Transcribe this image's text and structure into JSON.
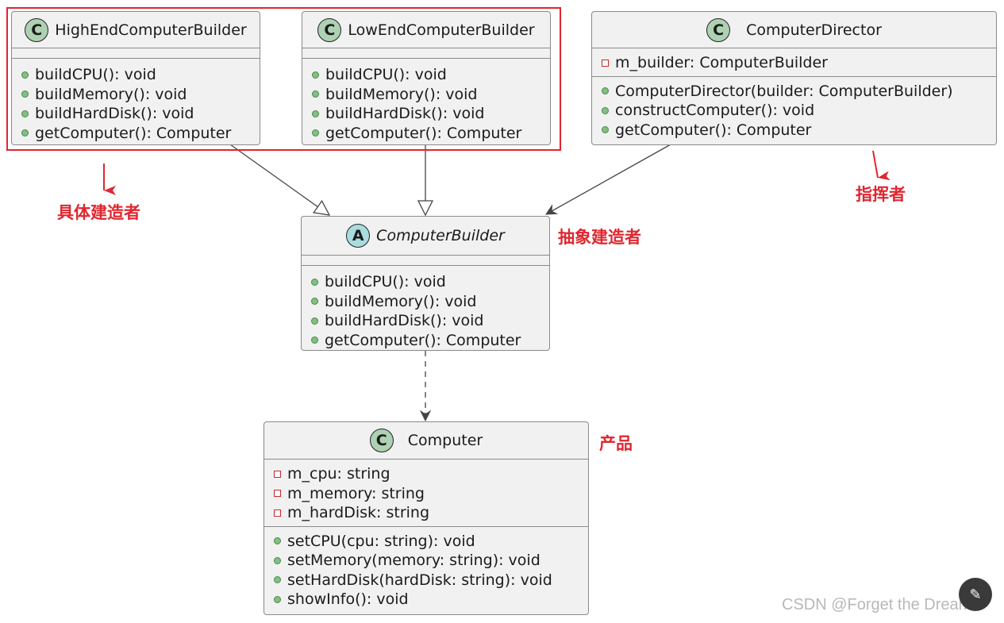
{
  "classes": {
    "high_end": {
      "stereotype": "C",
      "name": "HighEndComputerBuilder",
      "attributes": [],
      "methods": [
        "buildCPU(): void",
        "buildMemory(): void",
        "buildHardDisk(): void",
        "getComputer(): Computer"
      ]
    },
    "low_end": {
      "stereotype": "C",
      "name": "LowEndComputerBuilder",
      "attributes": [],
      "methods": [
        "buildCPU(): void",
        "buildMemory(): void",
        "buildHardDisk(): void",
        "getComputer(): Computer"
      ]
    },
    "director": {
      "stereotype": "C",
      "name": "ComputerDirector",
      "attributes": [
        "m_builder: ComputerBuilder"
      ],
      "methods": [
        "ComputerDirector(builder: ComputerBuilder)",
        "constructComputer(): void",
        "getComputer(): Computer"
      ]
    },
    "builder": {
      "stereotype": "A",
      "name": "ComputerBuilder",
      "attributes": [],
      "methods": [
        "buildCPU(): void",
        "buildMemory(): void",
        "buildHardDisk(): void",
        "getComputer(): Computer"
      ]
    },
    "computer": {
      "stereotype": "C",
      "name": "Computer",
      "attributes": [
        "m_cpu: string",
        "m_memory: string",
        "m_hardDisk: string"
      ],
      "methods": [
        "setCPU(cpu: string): void",
        "setMemory(memory: string): void",
        "setHardDisk(hardDisk: string): void",
        "showInfo(): void"
      ]
    }
  },
  "annotations": {
    "concrete_builder": "具体建造者",
    "director": "指挥者",
    "abstract_builder": "抽象建造者",
    "product": "产品"
  },
  "colors": {
    "annotation": "#e0262f",
    "class_badge": "#add1b2",
    "abstract_badge": "#a9dcdf"
  },
  "watermark": "CSDN @Forget the Dream"
}
